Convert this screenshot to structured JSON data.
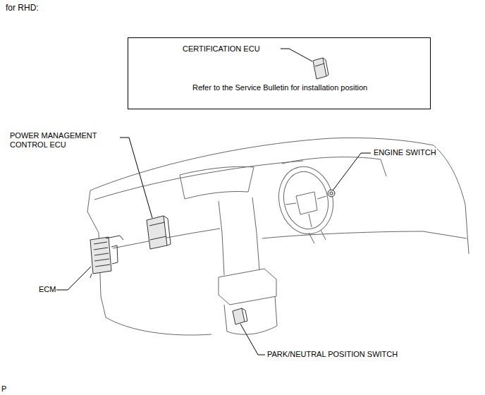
{
  "diagram": {
    "nodes": [
      {
        "text": [
          "CERTIFICATION ECU",
          "Refer to the Service Bulletin for installation position"
        ]
      }
    ],
    "labels": [
      "for RHD:",
      "POWER MANAGEMENT CONTROL ECU",
      "ENGINE SWITCH",
      "ECM",
      "PARK/NEUTRAL POSITION SWITCH",
      "P"
    ]
  }
}
